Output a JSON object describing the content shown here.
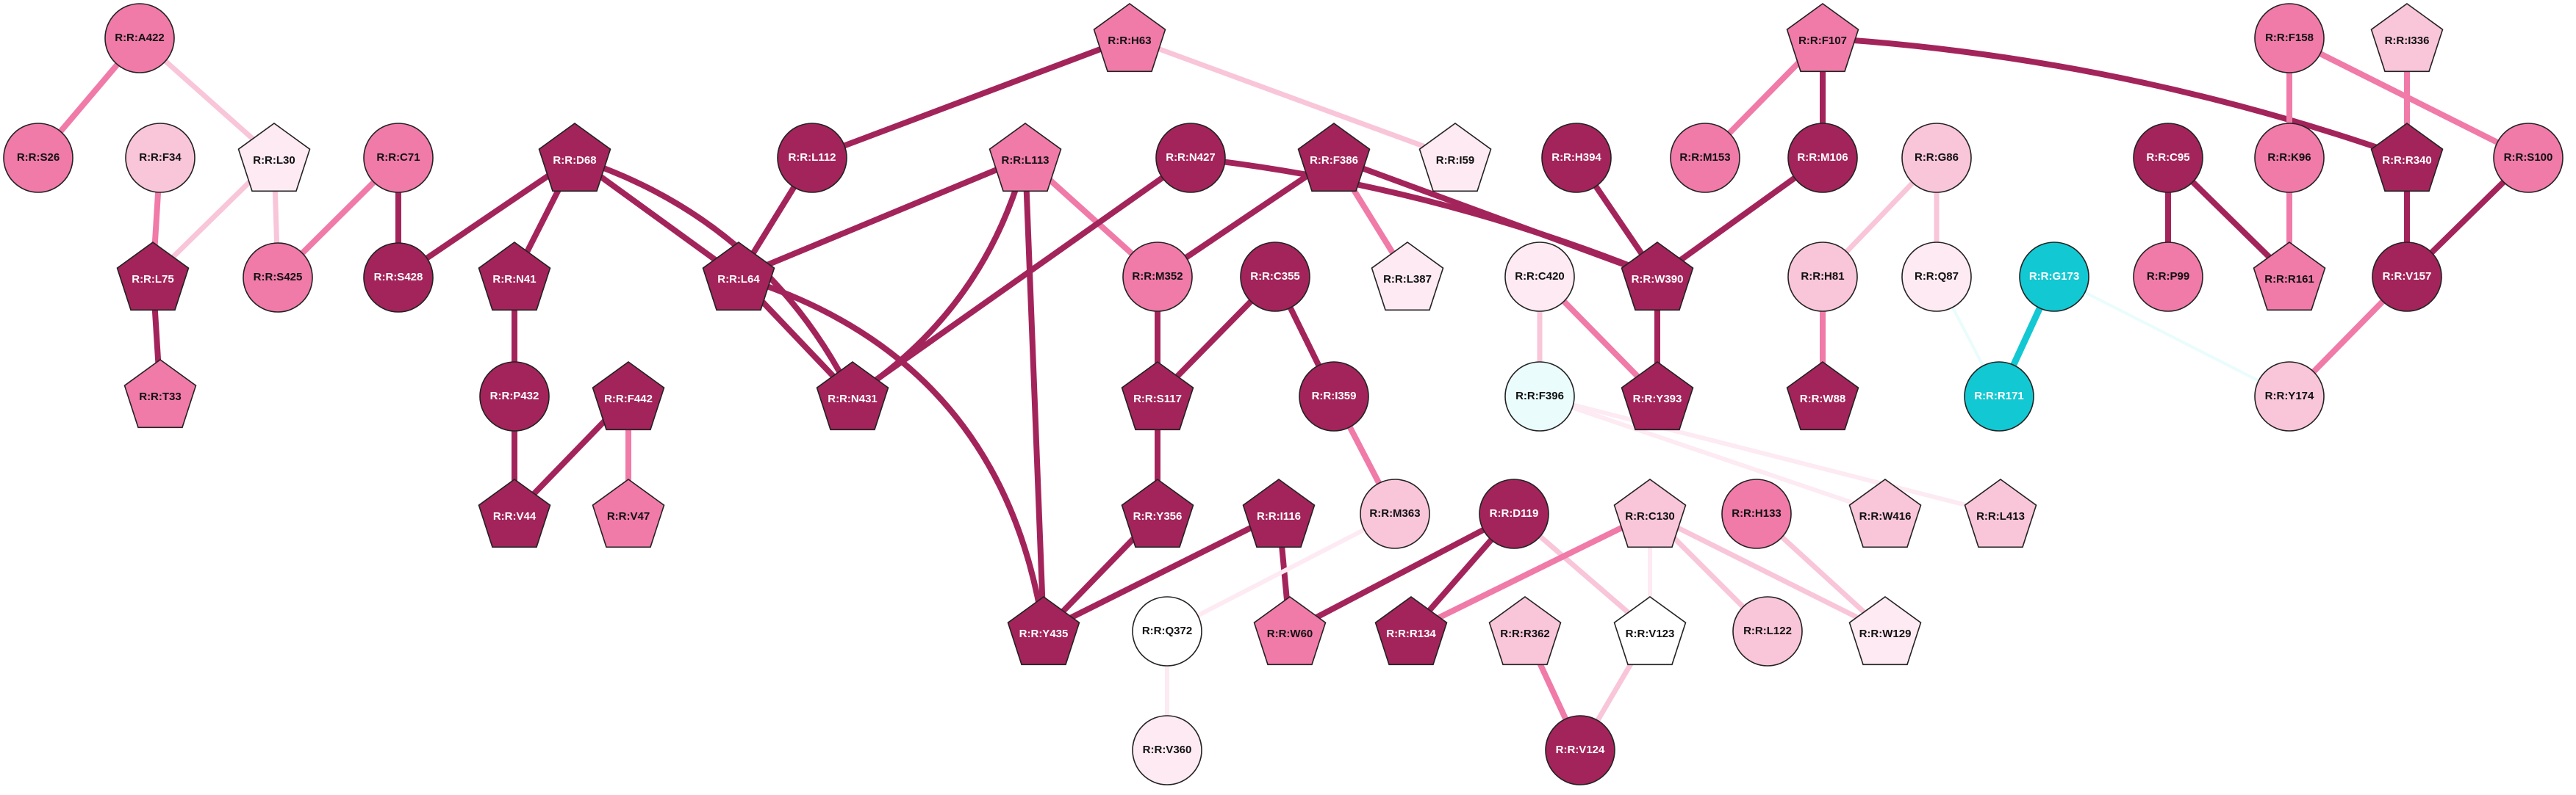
{
  "palette": {
    "dark": "#a3245a",
    "medium": "#f07aa8",
    "light": "#f9c5d9",
    "pale": "#fdeaf2",
    "white": "#ffffff",
    "cyan": "#12c8d2",
    "cyan_pale": "#eafcfc"
  },
  "nodes": [
    {
      "id": "A422",
      "label": "R:R:A422",
      "shape": "circle",
      "fill": "medium"
    },
    {
      "id": "S26",
      "label": "R:R:S26",
      "shape": "circle",
      "fill": "medium"
    },
    {
      "id": "F34",
      "label": "R:R:F34",
      "shape": "circle",
      "fill": "light"
    },
    {
      "id": "L30",
      "label": "R:R:L30",
      "shape": "pentagon",
      "fill": "pale"
    },
    {
      "id": "L75",
      "label": "R:R:L75",
      "shape": "pentagon",
      "fill": "dark"
    },
    {
      "id": "T33",
      "label": "R:R:T33",
      "shape": "pentagon",
      "fill": "medium"
    },
    {
      "id": "S425",
      "label": "R:R:S425",
      "shape": "circle",
      "fill": "medium"
    },
    {
      "id": "C71",
      "label": "R:R:C71",
      "shape": "circle",
      "fill": "medium"
    },
    {
      "id": "S428",
      "label": "R:R:S428",
      "shape": "circle",
      "fill": "dark"
    },
    {
      "id": "D68",
      "label": "R:R:D68",
      "shape": "pentagon",
      "fill": "dark"
    },
    {
      "id": "N41",
      "label": "R:R:N41",
      "shape": "pentagon",
      "fill": "dark"
    },
    {
      "id": "P432",
      "label": "R:R:P432",
      "shape": "circle",
      "fill": "dark"
    },
    {
      "id": "V44",
      "label": "R:R:V44",
      "shape": "pentagon",
      "fill": "dark"
    },
    {
      "id": "F442",
      "label": "R:R:F442",
      "shape": "pentagon",
      "fill": "dark"
    },
    {
      "id": "V47",
      "label": "R:R:V47",
      "shape": "pentagon",
      "fill": "medium"
    },
    {
      "id": "L112",
      "label": "R:R:L112",
      "shape": "circle",
      "fill": "dark"
    },
    {
      "id": "L64",
      "label": "R:R:L64",
      "shape": "pentagon",
      "fill": "dark"
    },
    {
      "id": "H63",
      "label": "R:R:H63",
      "shape": "pentagon",
      "fill": "medium"
    },
    {
      "id": "L113",
      "label": "R:R:L113",
      "shape": "pentagon",
      "fill": "medium"
    },
    {
      "id": "N431",
      "label": "R:R:N431",
      "shape": "pentagon",
      "fill": "dark"
    },
    {
      "id": "N427",
      "label": "R:R:N427",
      "shape": "circle",
      "fill": "dark"
    },
    {
      "id": "M352",
      "label": "R:R:M352",
      "shape": "circle",
      "fill": "medium"
    },
    {
      "id": "F386",
      "label": "R:R:F386",
      "shape": "pentagon",
      "fill": "dark"
    },
    {
      "id": "L387",
      "label": "R:R:L387",
      "shape": "pentagon",
      "fill": "pale"
    },
    {
      "id": "I59",
      "label": "R:R:I59",
      "shape": "pentagon",
      "fill": "pale"
    },
    {
      "id": "C355",
      "label": "R:R:C355",
      "shape": "circle",
      "fill": "dark"
    },
    {
      "id": "S117",
      "label": "R:R:S117",
      "shape": "pentagon",
      "fill": "dark"
    },
    {
      "id": "I359",
      "label": "R:R:I359",
      "shape": "circle",
      "fill": "dark"
    },
    {
      "id": "Y356",
      "label": "R:R:Y356",
      "shape": "pentagon",
      "fill": "dark"
    },
    {
      "id": "I116",
      "label": "R:R:I116",
      "shape": "pentagon",
      "fill": "dark"
    },
    {
      "id": "Y435",
      "label": "R:R:Y435",
      "shape": "pentagon",
      "fill": "dark"
    },
    {
      "id": "M363",
      "label": "R:R:M363",
      "shape": "circle",
      "fill": "light"
    },
    {
      "id": "Q372",
      "label": "R:R:Q372",
      "shape": "circle",
      "fill": "white"
    },
    {
      "id": "V360",
      "label": "R:R:V360",
      "shape": "circle",
      "fill": "pale"
    },
    {
      "id": "W60",
      "label": "R:R:W60",
      "shape": "pentagon",
      "fill": "medium"
    },
    {
      "id": "D119",
      "label": "R:R:D119",
      "shape": "circle",
      "fill": "dark"
    },
    {
      "id": "R134",
      "label": "R:R:R134",
      "shape": "pentagon",
      "fill": "dark"
    },
    {
      "id": "R362",
      "label": "R:R:R362",
      "shape": "pentagon",
      "fill": "light"
    },
    {
      "id": "V124",
      "label": "R:R:V124",
      "shape": "circle",
      "fill": "dark"
    },
    {
      "id": "C130",
      "label": "R:R:C130",
      "shape": "pentagon",
      "fill": "light"
    },
    {
      "id": "V123",
      "label": "R:R:V123",
      "shape": "pentagon",
      "fill": "white"
    },
    {
      "id": "L122",
      "label": "R:R:L122",
      "shape": "circle",
      "fill": "light"
    },
    {
      "id": "H133",
      "label": "R:R:H133",
      "shape": "circle",
      "fill": "medium"
    },
    {
      "id": "W129",
      "label": "R:R:W129",
      "shape": "pentagon",
      "fill": "pale"
    },
    {
      "id": "W416",
      "label": "R:R:W416",
      "shape": "pentagon",
      "fill": "light"
    },
    {
      "id": "L413",
      "label": "R:R:L413",
      "shape": "pentagon",
      "fill": "light"
    },
    {
      "id": "H394",
      "label": "R:R:H394",
      "shape": "circle",
      "fill": "dark"
    },
    {
      "id": "W390",
      "label": "R:R:W390",
      "shape": "pentagon",
      "fill": "dark"
    },
    {
      "id": "C420",
      "label": "R:R:C420",
      "shape": "circle",
      "fill": "pale"
    },
    {
      "id": "F396",
      "label": "R:R:F396",
      "shape": "circle",
      "fill": "cyan_pale"
    },
    {
      "id": "Y393",
      "label": "R:R:Y393",
      "shape": "pentagon",
      "fill": "dark"
    },
    {
      "id": "F107",
      "label": "R:R:F107",
      "shape": "pentagon",
      "fill": "medium"
    },
    {
      "id": "M153",
      "label": "R:R:M153",
      "shape": "circle",
      "fill": "medium"
    },
    {
      "id": "M106",
      "label": "R:R:M106",
      "shape": "circle",
      "fill": "dark"
    },
    {
      "id": "G86",
      "label": "R:R:G86",
      "shape": "circle",
      "fill": "light"
    },
    {
      "id": "H81",
      "label": "R:R:H81",
      "shape": "circle",
      "fill": "light"
    },
    {
      "id": "Q87",
      "label": "R:R:Q87",
      "shape": "circle",
      "fill": "pale"
    },
    {
      "id": "W88",
      "label": "R:R:W88",
      "shape": "pentagon",
      "fill": "dark"
    },
    {
      "id": "G173",
      "label": "R:R:G173",
      "shape": "circle",
      "fill": "cyan"
    },
    {
      "id": "R171",
      "label": "R:R:R171",
      "shape": "circle",
      "fill": "cyan"
    },
    {
      "id": "C95",
      "label": "R:R:C95",
      "shape": "circle",
      "fill": "dark"
    },
    {
      "id": "P99",
      "label": "R:R:P99",
      "shape": "circle",
      "fill": "medium"
    },
    {
      "id": "F158",
      "label": "R:R:F158",
      "shape": "circle",
      "fill": "medium"
    },
    {
      "id": "K96",
      "label": "R:R:K96",
      "shape": "circle",
      "fill": "medium"
    },
    {
      "id": "R161",
      "label": "R:R:R161",
      "shape": "pentagon",
      "fill": "medium"
    },
    {
      "id": "I336",
      "label": "R:R:I336",
      "shape": "pentagon",
      "fill": "light"
    },
    {
      "id": "R340",
      "label": "R:R:R340",
      "shape": "pentagon",
      "fill": "dark"
    },
    {
      "id": "S100",
      "label": "R:R:S100",
      "shape": "circle",
      "fill": "medium"
    },
    {
      "id": "V157",
      "label": "R:R:V157",
      "shape": "circle",
      "fill": "dark"
    },
    {
      "id": "Y174",
      "label": "R:R:Y174",
      "shape": "circle",
      "fill": "light"
    }
  ],
  "edges": [
    {
      "from": "A422",
      "to": "S26",
      "color": "medium"
    },
    {
      "from": "A422",
      "to": "L30",
      "color": "light"
    },
    {
      "from": "F34",
      "to": "L75",
      "color": "medium"
    },
    {
      "from": "L30",
      "to": "L75",
      "color": "light"
    },
    {
      "from": "L30",
      "to": "S425",
      "color": "light"
    },
    {
      "from": "L75",
      "to": "T33",
      "color": "dark"
    },
    {
      "from": "C71",
      "to": "S425",
      "color": "medium"
    },
    {
      "from": "C71",
      "to": "S428",
      "color": "dark"
    },
    {
      "from": "D68",
      "to": "S428",
      "color": "dark"
    },
    {
      "from": "D68",
      "to": "N41",
      "color": "dark"
    },
    {
      "from": "D68",
      "to": "L64",
      "color": "dark"
    },
    {
      "from": "D68",
      "to": "N431",
      "color": "dark",
      "curve": 60
    },
    {
      "from": "N41",
      "to": "P432",
      "color": "dark"
    },
    {
      "from": "P432",
      "to": "V44",
      "color": "dark"
    },
    {
      "from": "F442",
      "to": "V44",
      "color": "dark"
    },
    {
      "from": "F442",
      "to": "V47",
      "color": "medium"
    },
    {
      "from": "H63",
      "to": "L112",
      "color": "dark"
    },
    {
      "from": "H63",
      "to": "I59",
      "color": "light"
    },
    {
      "from": "L112",
      "to": "L64",
      "color": "dark"
    },
    {
      "from": "L113",
      "to": "L64",
      "color": "dark"
    },
    {
      "from": "L113",
      "to": "N431",
      "color": "dark",
      "curve": 55
    },
    {
      "from": "L113",
      "to": "M352",
      "color": "medium"
    },
    {
      "from": "L113",
      "to": "Y435",
      "color": "dark"
    },
    {
      "from": "L64",
      "to": "N431",
      "color": "dark"
    },
    {
      "from": "L64",
      "to": "Y435",
      "color": "dark",
      "curve": 90
    },
    {
      "from": "N427",
      "to": "N431",
      "color": "dark"
    },
    {
      "from": "N427",
      "to": "W390",
      "color": "dark",
      "curve": 20
    },
    {
      "from": "F386",
      "to": "M352",
      "color": "dark"
    },
    {
      "from": "F386",
      "to": "L387",
      "color": "medium"
    },
    {
      "from": "F386",
      "to": "W390",
      "color": "dark"
    },
    {
      "from": "M352",
      "to": "S117",
      "color": "dark"
    },
    {
      "from": "C355",
      "to": "S117",
      "color": "dark"
    },
    {
      "from": "C355",
      "to": "I359",
      "color": "dark"
    },
    {
      "from": "S117",
      "to": "Y356",
      "color": "dark"
    },
    {
      "from": "I359",
      "to": "M363",
      "color": "medium"
    },
    {
      "from": "Y356",
      "to": "Y435",
      "color": "dark"
    },
    {
      "from": "I116",
      "to": "Y435",
      "color": "dark"
    },
    {
      "from": "I116",
      "to": "W60",
      "color": "dark"
    },
    {
      "from": "M363",
      "to": "Q372",
      "color": "pale"
    },
    {
      "from": "Q372",
      "to": "V360",
      "color": "pale"
    },
    {
      "from": "D119",
      "to": "W60",
      "color": "dark"
    },
    {
      "from": "D119",
      "to": "R134",
      "color": "dark"
    },
    {
      "from": "D119",
      "to": "V123",
      "color": "light"
    },
    {
      "from": "C130",
      "to": "R134",
      "color": "medium"
    },
    {
      "from": "C130",
      "to": "V123",
      "color": "pale"
    },
    {
      "from": "C130",
      "to": "L122",
      "color": "light"
    },
    {
      "from": "C130",
      "to": "W129",
      "color": "light"
    },
    {
      "from": "H133",
      "to": "W129",
      "color": "light"
    },
    {
      "from": "R362",
      "to": "V124",
      "color": "medium"
    },
    {
      "from": "V123",
      "to": "V124",
      "color": "light"
    },
    {
      "from": "H394",
      "to": "W390",
      "color": "dark"
    },
    {
      "from": "C420",
      "to": "Y393",
      "color": "medium"
    },
    {
      "from": "C420",
      "to": "F396",
      "color": "light"
    },
    {
      "from": "F396",
      "to": "W416",
      "color": "pale"
    },
    {
      "from": "F396",
      "to": "L413",
      "color": "pale"
    },
    {
      "from": "W390",
      "to": "Y393",
      "color": "dark"
    },
    {
      "from": "M106",
      "to": "W390",
      "color": "dark"
    },
    {
      "from": "F107",
      "to": "M153",
      "color": "medium"
    },
    {
      "from": "F107",
      "to": "M106",
      "color": "dark"
    },
    {
      "from": "F107",
      "to": "R340",
      "color": "dark",
      "curve": 20
    },
    {
      "from": "G86",
      "to": "H81",
      "color": "light"
    },
    {
      "from": "G86",
      "to": "Q87",
      "color": "light"
    },
    {
      "from": "H81",
      "to": "W88",
      "color": "medium"
    },
    {
      "from": "Q87",
      "to": "R171",
      "color": "cyan_pale"
    },
    {
      "from": "G173",
      "to": "R171",
      "color": "cyan"
    },
    {
      "from": "G173",
      "to": "Y174",
      "color": "cyan_pale"
    },
    {
      "from": "C95",
      "to": "P99",
      "color": "dark"
    },
    {
      "from": "C95",
      "to": "R161",
      "color": "dark"
    },
    {
      "from": "F158",
      "to": "K96",
      "color": "medium"
    },
    {
      "from": "F158",
      "to": "S100",
      "color": "medium"
    },
    {
      "from": "K96",
      "to": "R161",
      "color": "medium"
    },
    {
      "from": "I336",
      "to": "R340",
      "color": "medium"
    },
    {
      "from": "R340",
      "to": "V157",
      "color": "dark"
    },
    {
      "from": "S100",
      "to": "V157",
      "color": "dark"
    },
    {
      "from": "V157",
      "to": "Y174",
      "color": "medium"
    }
  ]
}
